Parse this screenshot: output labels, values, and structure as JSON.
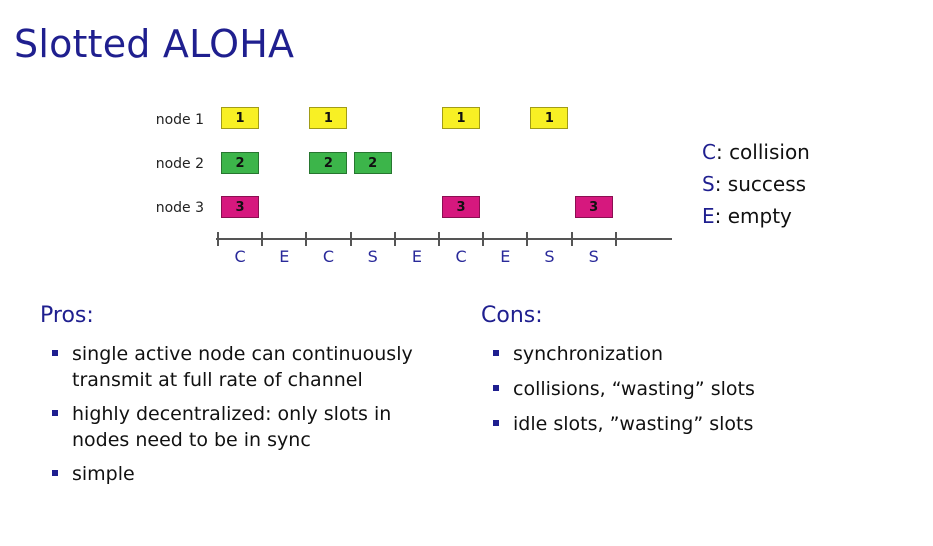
{
  "title": "Slotted ALOHA",
  "colors": {
    "node1": "#f8f024",
    "node2": "#3cb54a",
    "node3": "#d6187e",
    "accent": "#1f1f8f"
  },
  "nodes": [
    {
      "label": "node 1",
      "frame": "1",
      "slots": [
        1,
        3,
        6,
        8
      ]
    },
    {
      "label": "node 2",
      "frame": "2",
      "slots": [
        1,
        3,
        4
      ]
    },
    {
      "label": "node 3",
      "frame": "3",
      "slots": [
        1,
        6,
        9
      ]
    }
  ],
  "slot_outcomes": [
    "C",
    "E",
    "C",
    "S",
    "E",
    "C",
    "E",
    "S",
    "S"
  ],
  "legend": [
    {
      "key": "C",
      "text": ": collision"
    },
    {
      "key": "S",
      "text": ": success"
    },
    {
      "key": "E",
      "text": ": empty"
    }
  ],
  "pros": {
    "heading": "Pros:",
    "items": [
      "single active node can continuously transmit at full rate of channel",
      "highly decentralized: only slots in nodes need to be in sync",
      "simple"
    ]
  },
  "cons": {
    "heading": "Cons:",
    "items": [
      "synchronization",
      "collisions, “wasting” slots",
      "idle slots, ”wasting” slots"
    ]
  }
}
